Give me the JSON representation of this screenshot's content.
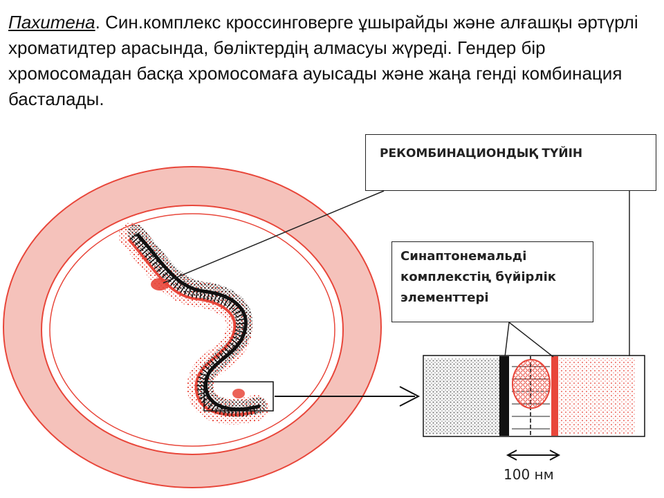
{
  "text": {
    "term": "Пахитена",
    "body": ". Син.комплекс кроссинговерге ұшырайды және алғашқы әртүрлі хроматидтер арасында, бөліктердің алмасуы жүреді. Гендер бір хромосомадан басқа хромосомаға ауысады және жаңа генді комбинация басталады."
  },
  "labels": {
    "recombination_node": "РЕКОМБИНАЦИОНДЫҚ ТҮЙІН",
    "lateral_elements": [
      "Синаптонемальді",
      "комплекстің бүйірлік",
      "элементтері"
    ],
    "scale": "100 нм"
  },
  "colors": {
    "nucleus_ring": "#f4bdb6",
    "nucleus_outline": "#e8463a",
    "chromatin_red": "#e8463a",
    "chromatin_black": "#111111"
  }
}
